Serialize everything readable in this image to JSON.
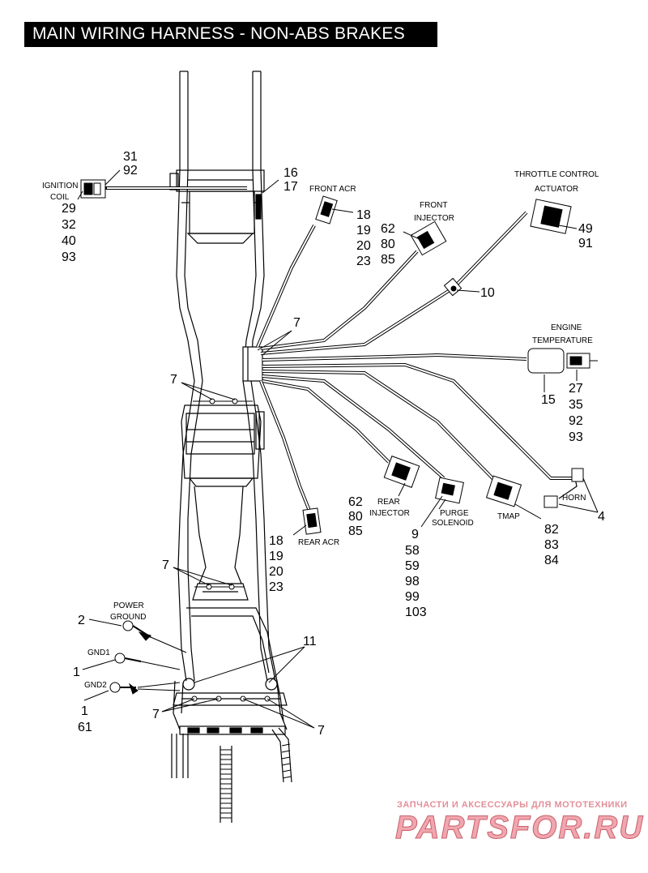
{
  "title": "MAIN WIRING HARNESS - NON-ABS BRAKES",
  "callouts": {
    "ignition_coil": {
      "name": [
        "IGNITION",
        "COIL"
      ],
      "top": [
        "31",
        "92"
      ],
      "bottom": [
        "29",
        "32",
        "40",
        "93"
      ]
    },
    "frame_ref": [
      "16",
      "17"
    ],
    "front_acr": {
      "name": [
        "FRONT ACR"
      ],
      "parts": [
        "18",
        "19",
        "20",
        "23"
      ]
    },
    "front_injector": {
      "name": [
        "FRONT",
        "INJECTOR"
      ],
      "parts": [
        "62",
        "80",
        "85"
      ]
    },
    "throttle_control": {
      "name": [
        "THROTTLE CONTROL",
        "ACTUATOR"
      ],
      "parts": [
        "49",
        "91"
      ]
    },
    "clip_10": "10",
    "harness_7_upper": "7",
    "frame_7_a": "7",
    "engine_temperature": {
      "name": [
        "ENGINE",
        "TEMPERATURE"
      ],
      "parts": [
        "27",
        "35",
        "92",
        "93"
      ],
      "sensor_ref": "15"
    },
    "rear_injector": {
      "name": [
        "REAR",
        "INJECTOR"
      ],
      "parts": [
        "62",
        "80",
        "85"
      ]
    },
    "purge_solenoid": {
      "name": [
        "PURGE",
        "SOLENOID"
      ],
      "parts": [
        "9",
        "58",
        "59",
        "98",
        "99",
        "103"
      ]
    },
    "tmap": {
      "name": [
        "TMAP"
      ],
      "parts": [
        "82",
        "83",
        "84"
      ]
    },
    "horn": {
      "name": [
        "HORN"
      ],
      "ref": "4"
    },
    "rear_acr": {
      "name": [
        "REAR ACR"
      ],
      "parts": [
        "18",
        "19",
        "20",
        "23"
      ]
    },
    "frame_7_b": "7",
    "power_ground": {
      "name": [
        "POWER",
        "GROUND"
      ],
      "ref": "2"
    },
    "gnd1": {
      "name": "GND1",
      "ref": "1"
    },
    "gnd2": {
      "name": "GND2",
      "refs": [
        "1",
        "61"
      ]
    },
    "ref_11": "11",
    "frame_7_c": "7",
    "frame_7_d": "7"
  },
  "watermark": {
    "subtitle": "ЗАПЧАСТИ И АКСЕССУАРЫ ДЛЯ МОТОТЕХНИКИ",
    "brand": "PARTSFOR.RU",
    "color": "#f0a6ae"
  }
}
